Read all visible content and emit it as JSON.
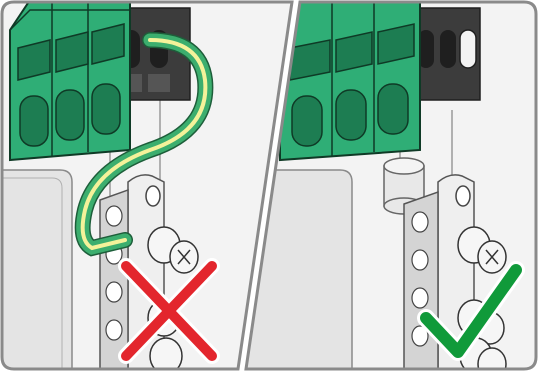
{
  "figure": {
    "panels": [
      {
        "id": "left",
        "verdict": "incorrect",
        "verdict_icon": "red-cross-icon",
        "color": "#e3262d",
        "shows_cable": true
      },
      {
        "id": "right",
        "verdict": "correct",
        "verdict_icon": "green-checkmark-icon",
        "color": "#109a3a",
        "shows_cable": false
      }
    ],
    "colors": {
      "terminal_green": "#2fae76",
      "terminal_green_dark": "#1d7d52",
      "terminal_gray": "#3c3c3c",
      "metal": "#efefef",
      "metal_shade": "#d4d4d4",
      "cable_green": "#3cae6e",
      "cable_yellow": "#f4f29a",
      "frame": "#8a8a8a"
    }
  }
}
